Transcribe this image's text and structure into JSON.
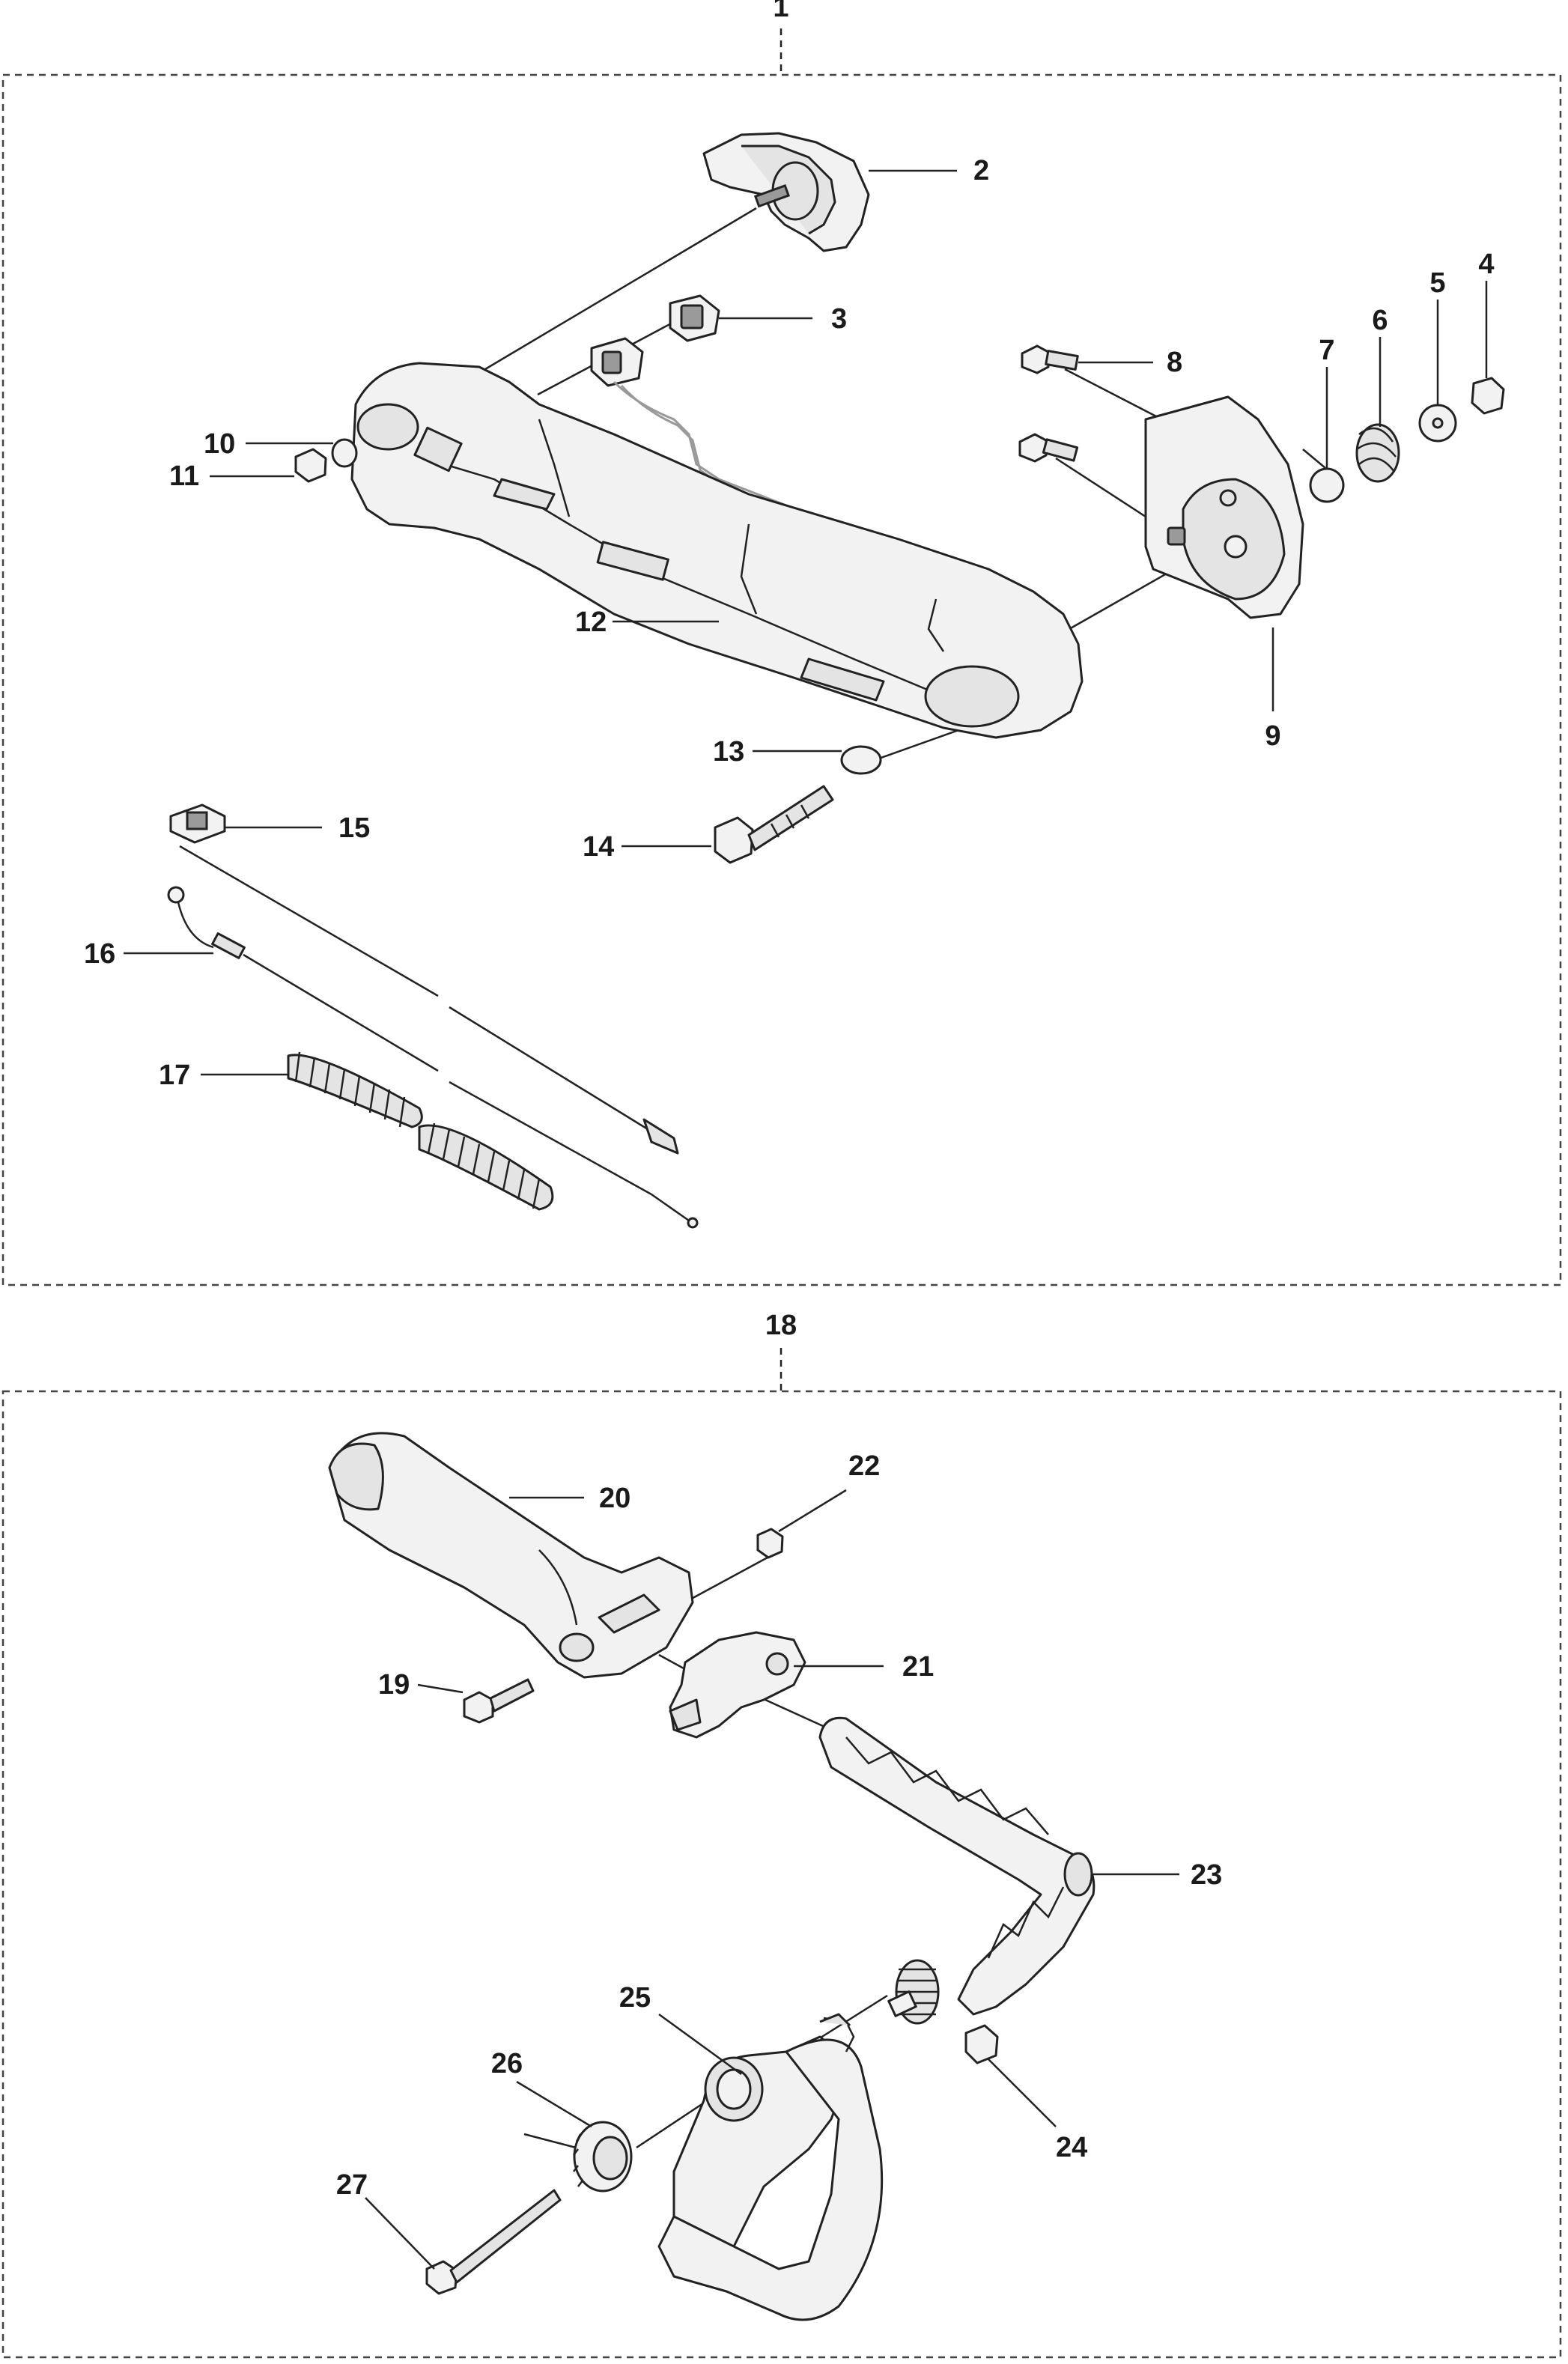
{
  "groups": [
    {
      "id": "1",
      "label": "1"
    },
    {
      "id": "18",
      "label": "18"
    }
  ],
  "callouts": [
    "2",
    "3",
    "4",
    "5",
    "6",
    "7",
    "8",
    "9",
    "10",
    "11",
    "12",
    "13",
    "14",
    "15",
    "16",
    "17",
    "19",
    "20",
    "21",
    "22",
    "23",
    "24",
    "25",
    "26",
    "27"
  ]
}
